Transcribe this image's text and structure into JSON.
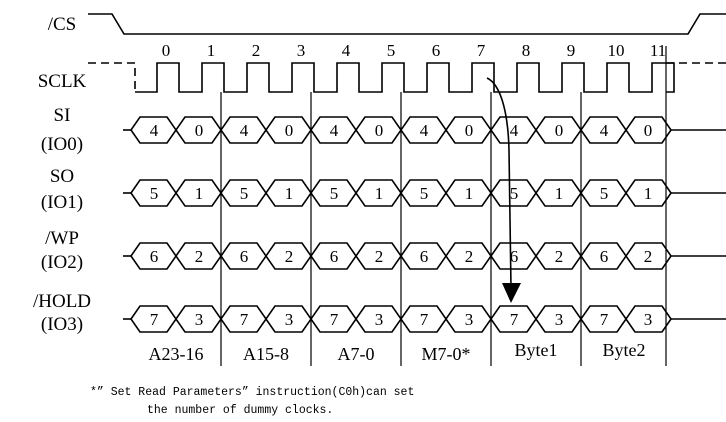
{
  "signals": {
    "cs": "/CS",
    "sclk": "SCLK",
    "si": [
      "SI",
      "(IO0)"
    ],
    "so": [
      "SO",
      "(IO1)"
    ],
    "wp": [
      "/WP",
      "(IO2)"
    ],
    "hold": [
      "/HOLD",
      "(IO3)"
    ]
  },
  "clock_numbers": [
    "0",
    "1",
    "2",
    "3",
    "4",
    "5",
    "6",
    "7",
    "8",
    "9",
    "10",
    "11"
  ],
  "lanes": [
    {
      "name": "io0",
      "bits": [
        "4",
        "0",
        "4",
        "0",
        "4",
        "0",
        "4",
        "0",
        "4",
        "0",
        "4",
        "0"
      ]
    },
    {
      "name": "io1",
      "bits": [
        "5",
        "1",
        "5",
        "1",
        "5",
        "1",
        "5",
        "1",
        "5",
        "1",
        "5",
        "1"
      ]
    },
    {
      "name": "io2",
      "bits": [
        "6",
        "2",
        "6",
        "2",
        "6",
        "2",
        "6",
        "2",
        "6",
        "2",
        "6",
        "2"
      ]
    },
    {
      "name": "io3",
      "bits": [
        "7",
        "3",
        "7",
        "3",
        "7",
        "3",
        "7",
        "3",
        "7",
        "3",
        "7",
        "3"
      ]
    }
  ],
  "segments": [
    "A23-16",
    "A15-8",
    "A7-0",
    "M7-0*",
    "Byte1",
    "Byte2"
  ],
  "note": {
    "line1": "*” Set Read Parameters”  instruction(C0h)can set",
    "line2": "the number of dummy clocks."
  }
}
